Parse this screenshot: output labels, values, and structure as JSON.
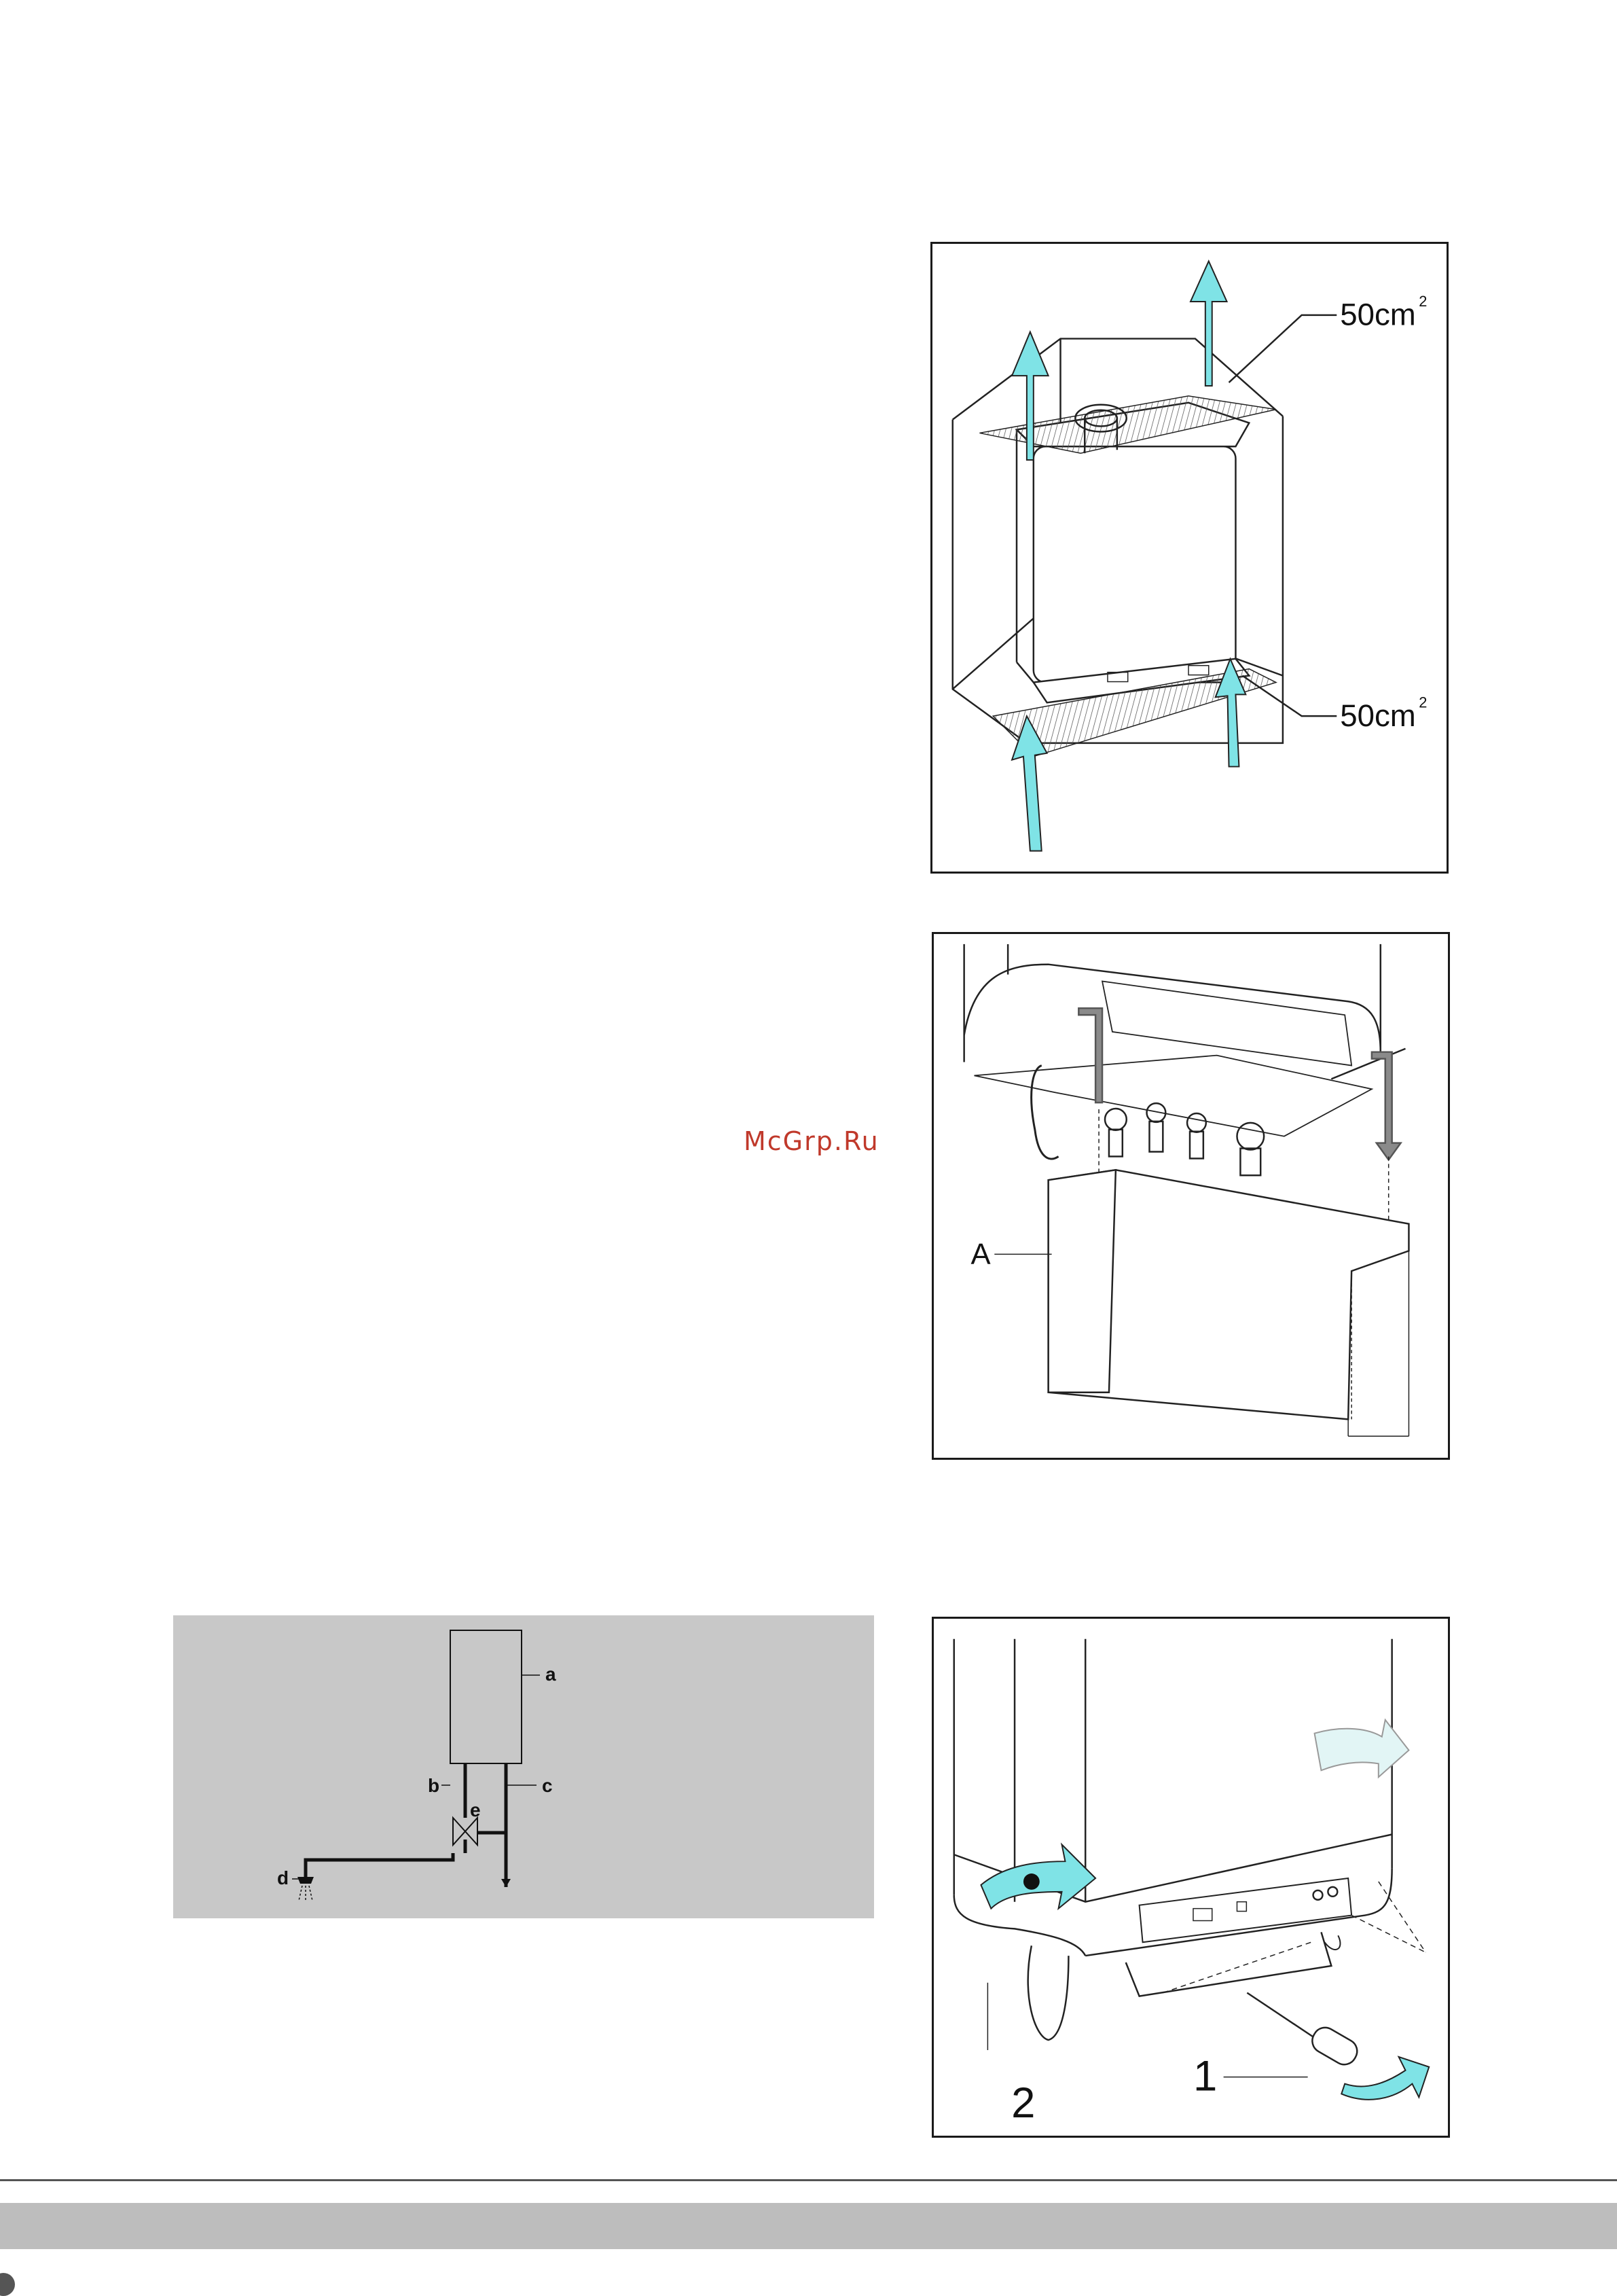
{
  "watermark": "McGrp.Ru",
  "figure_top": {
    "label_top": "50cm",
    "label_top_sup": "2",
    "label_bottom": "50cm",
    "label_bottom_sup": "2",
    "arrow_color": "#7fe3e6"
  },
  "figure_cover": {
    "label_a": "A"
  },
  "schematic": {
    "label_a": "a",
    "label_b": "b",
    "label_c": "c",
    "label_d": "d",
    "label_e": "e",
    "background": "#c8c8c8"
  },
  "figure_removal": {
    "label_1": "1",
    "label_2": "2",
    "arrow_color": "#7fe3e6"
  }
}
